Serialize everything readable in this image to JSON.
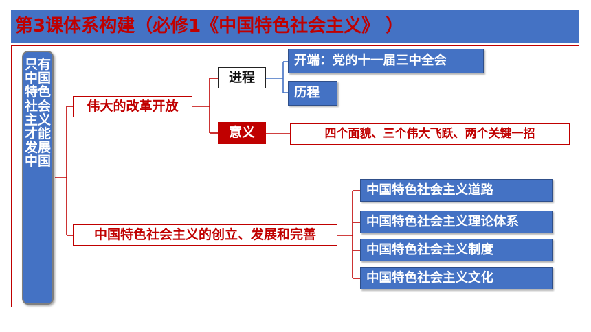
{
  "title": "第3课体系构建（必修1《中国特色社会主义》 ）",
  "root": "只有中国特色社会主义才能发展中国",
  "branches": {
    "reform": {
      "label": "伟大的改革开放",
      "process": {
        "label": "进程",
        "items": [
          "开端：党的十一届三中全会",
          "历程"
        ]
      },
      "significance": {
        "label": "意义",
        "note": "四个面貌、三个伟大飞跃、两个关键一招"
      }
    },
    "socialism": {
      "label": "中国特色社会主义的创立、发展和完善",
      "items": [
        "中国特色社会主义道路",
        "中国特色社会主义理论体系",
        "中国特色社会主义制度",
        "中国特色社会主义文化"
      ]
    }
  },
  "colors": {
    "blue": "#4472C4",
    "red": "#C00000"
  }
}
